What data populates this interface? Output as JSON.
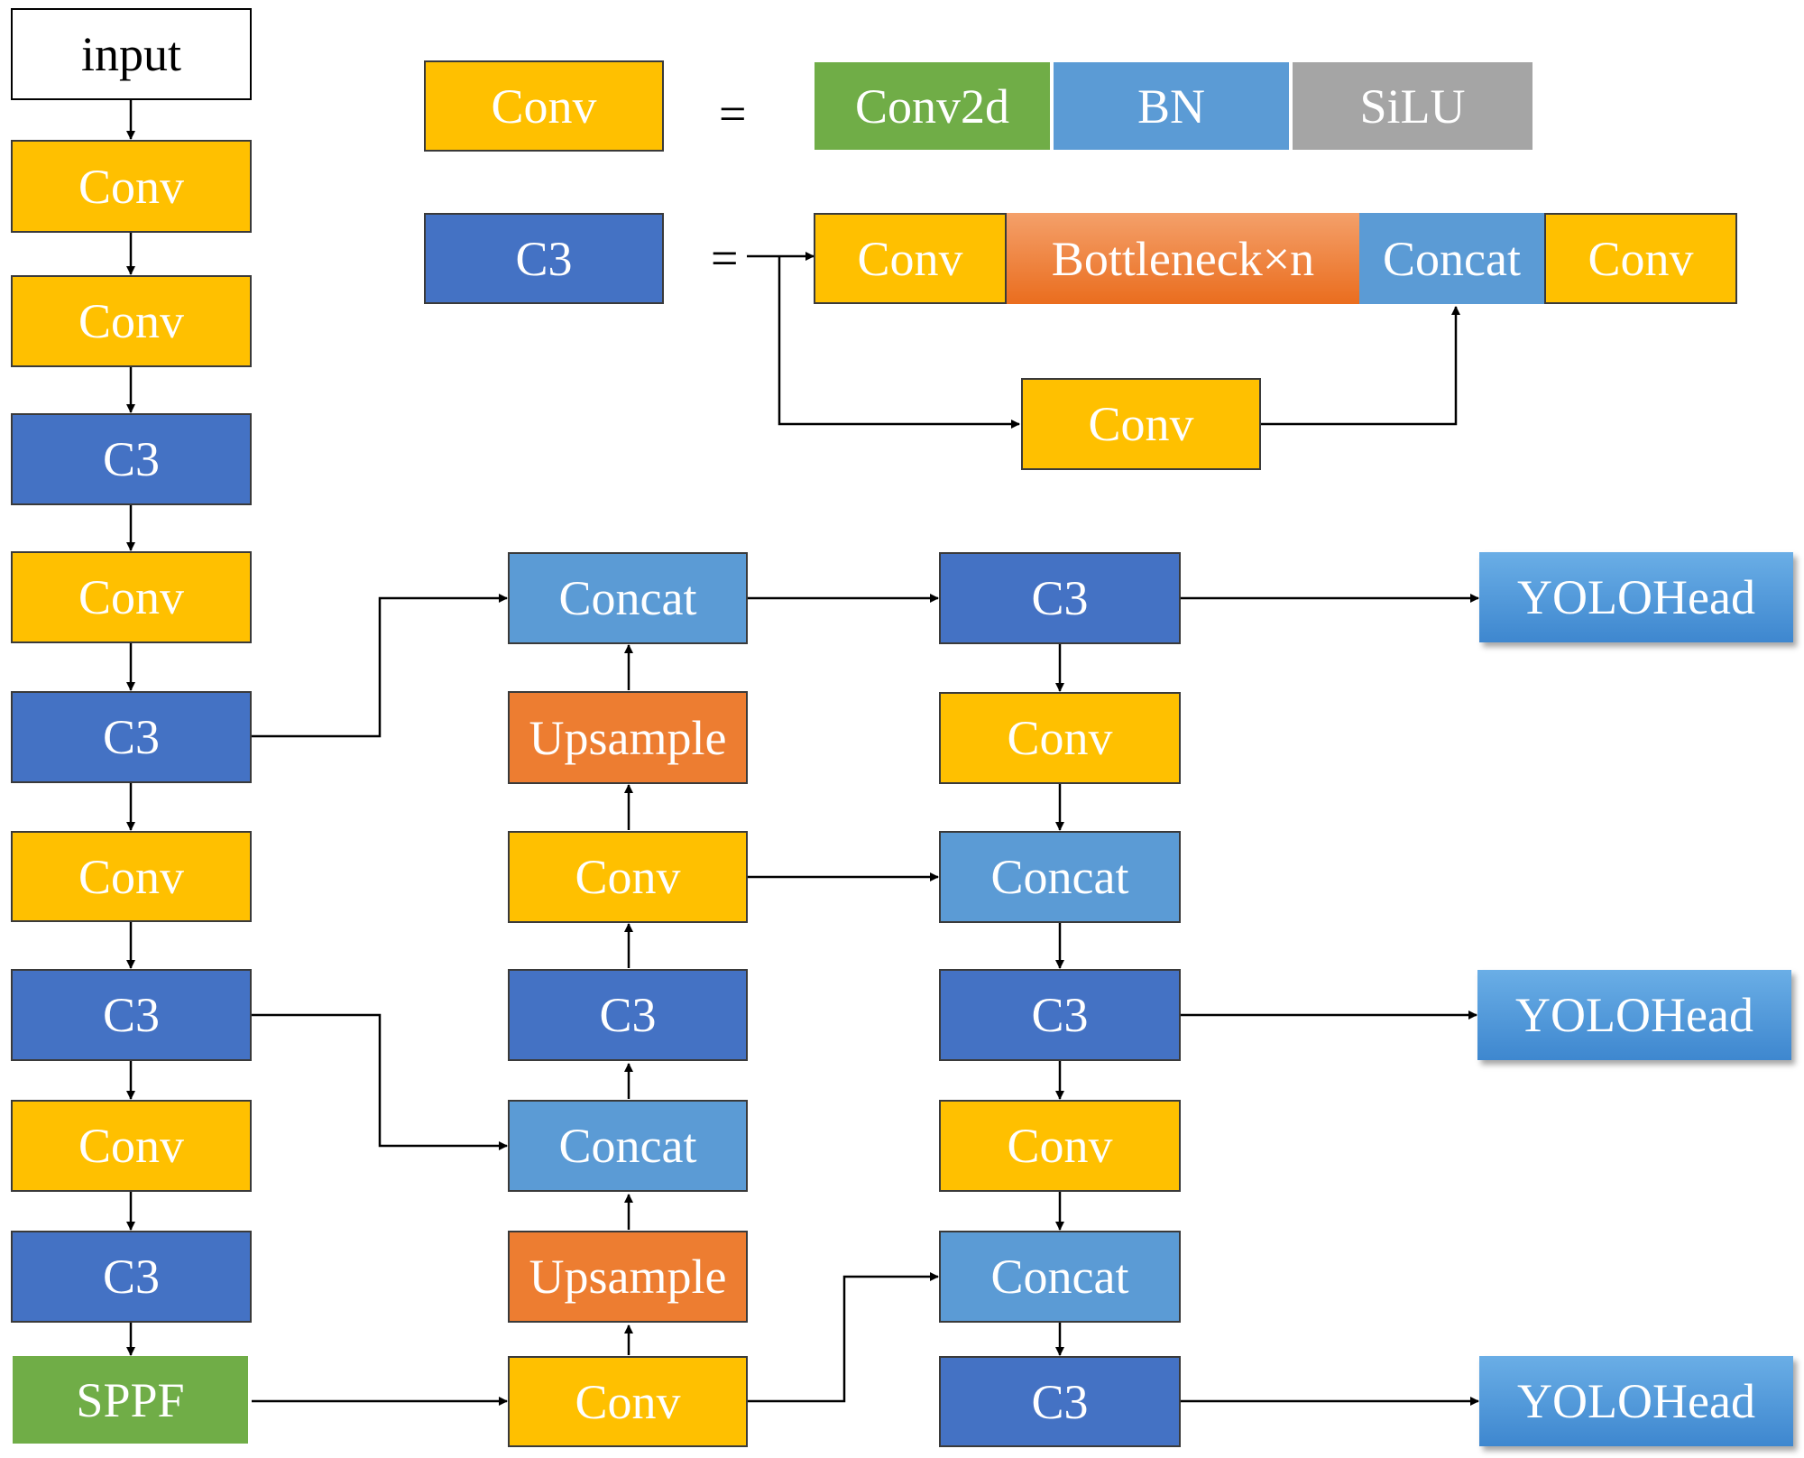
{
  "legend": {
    "conv_label": "Conv",
    "conv_equals": "=",
    "conv_parts": [
      "Conv2d",
      "BN",
      "SiLU"
    ],
    "c3_label": "C3",
    "c3_equals": "=",
    "c3_parts": [
      "Conv",
      "Bottleneck×n",
      "Concat",
      "Conv"
    ],
    "c3_branch": "Conv"
  },
  "backbone": [
    "input",
    "Conv",
    "Conv",
    "C3",
    "Conv",
    "C3",
    "Conv",
    "C3",
    "Conv",
    "C3",
    "SPPF"
  ],
  "neck_up": [
    "Concat",
    "Upsample",
    "Conv",
    "C3",
    "Concat",
    "Upsample",
    "Conv"
  ],
  "neck_down": [
    "C3",
    "Conv",
    "Concat",
    "C3",
    "Conv",
    "Concat",
    "C3"
  ],
  "heads": [
    "YOLOHead",
    "YOLOHead",
    "YOLOHead"
  ]
}
